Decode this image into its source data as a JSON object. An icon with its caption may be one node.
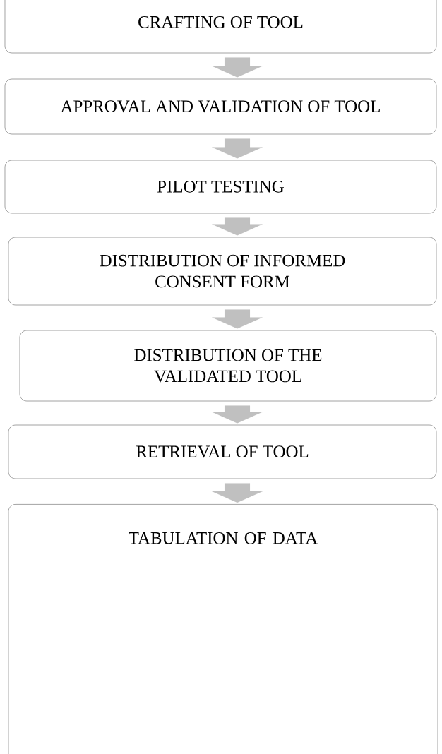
{
  "diagram": {
    "nodes": [
      {
        "text": [
          "CRAFTING OF TOOL"
        ]
      },
      {
        "text": [
          "APPROVAL AND VALIDATION OF TOOL"
        ]
      },
      {
        "text": [
          "PILOT TESTING"
        ]
      },
      {
        "text": [
          "DISTRIBUTION OF INFORMED CONSENT FORM"
        ]
      },
      {
        "text": [
          "DISTRIBUTION OF THE VALIDATED TOOL"
        ]
      },
      {
        "text": [
          "RETRIEVAL OF TOOL"
        ]
      },
      {
        "text": [
          "TABULATION OF DATA"
        ]
      }
    ],
    "edges": [
      {
        "from": 0,
        "to": 1,
        "arrow": "to"
      },
      {
        "from": 1,
        "to": 2,
        "arrow": "to"
      },
      {
        "from": 2,
        "to": 3,
        "arrow": "to"
      },
      {
        "from": 3,
        "to": 4,
        "arrow": "to"
      },
      {
        "from": 4,
        "to": 5,
        "arrow": "to"
      },
      {
        "from": 5,
        "to": 6,
        "arrow": "to"
      }
    ]
  }
}
